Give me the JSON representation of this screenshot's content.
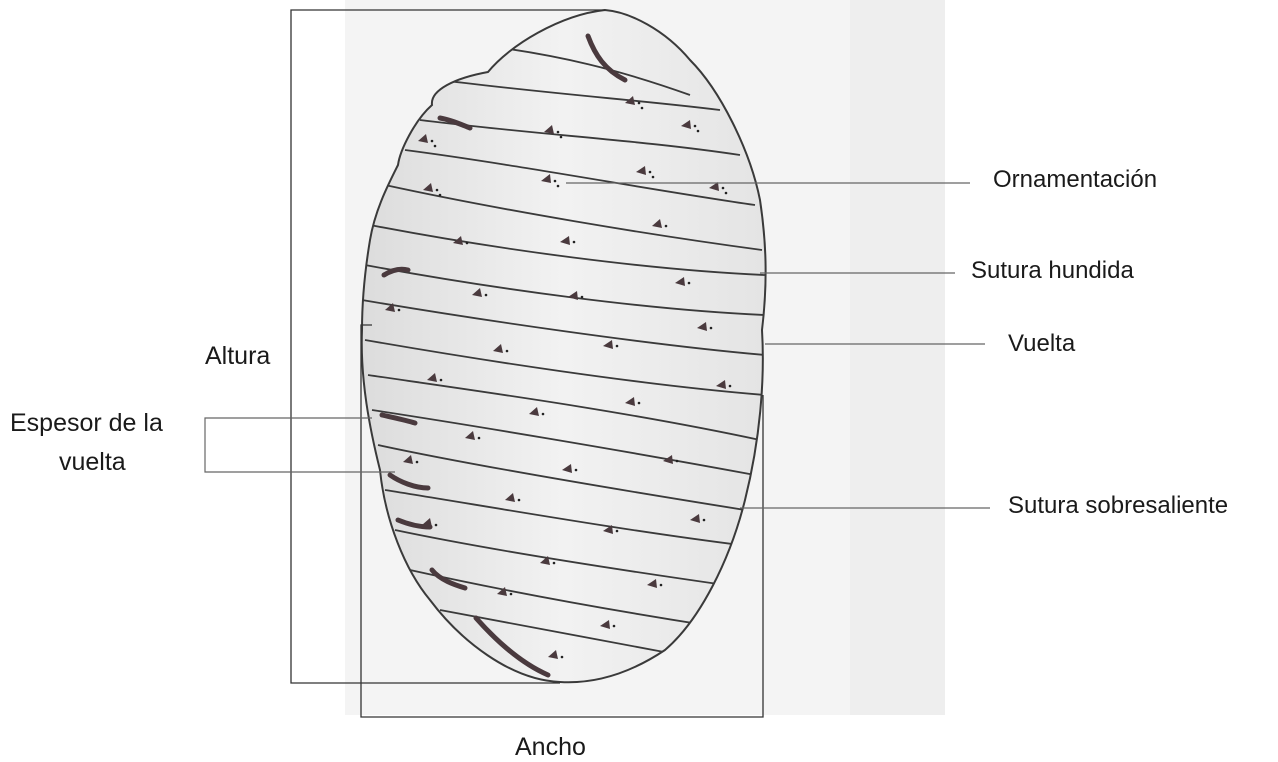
{
  "labels": {
    "ornamentacion": "Ornamentación",
    "sutura_hundida": "Sutura hundida",
    "vuelta": "Vuelta",
    "sutura_sobresaliente": "Sutura sobresaliente",
    "altura": "Altura",
    "espesor_line1": "Espesor de la",
    "espesor_line2": "vuelta",
    "ancho": "Ancho"
  },
  "colors": {
    "shell_fill": "#e9e9e9",
    "outline": "#3a3a3a",
    "ornament": "#4a3a3e",
    "leader": "#7a7a7a"
  }
}
